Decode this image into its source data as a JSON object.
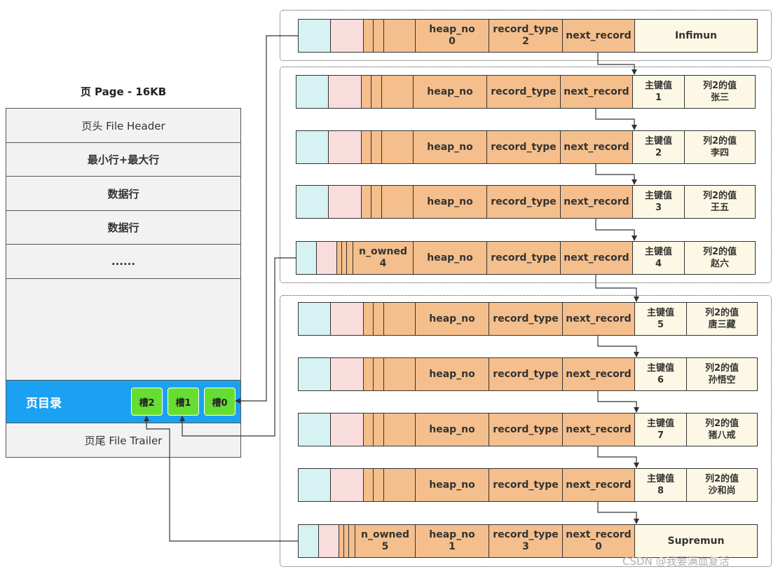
{
  "page": {
    "title": "页 Page - 16KB",
    "rows": [
      "页头 File Header",
      "最小行+最大行",
      "数据行",
      "数据行",
      "......"
    ],
    "directory_label": "页目录",
    "slots": [
      "槽2",
      "槽1",
      "槽0"
    ],
    "trailer": "页尾 File Trailer"
  },
  "fields": {
    "n_owned": "n_owned",
    "heap_no": "heap_no",
    "record_type": "record_type",
    "next_record": "next_record",
    "pk": "主键值",
    "col2": "列2的值"
  },
  "infimum": {
    "heap_no": "0",
    "record_type": "2",
    "label": "Infimun"
  },
  "supremum": {
    "n_owned": "5",
    "heap_no": "1",
    "record_type": "3",
    "next_record": "0",
    "label": "Supremun"
  },
  "records": [
    {
      "pk": "1",
      "col2": "张三"
    },
    {
      "pk": "2",
      "col2": "李四"
    },
    {
      "pk": "3",
      "col2": "王五"
    },
    {
      "pk": "4",
      "col2": "赵六",
      "n_owned": "4"
    },
    {
      "pk": "5",
      "col2": "唐三藏"
    },
    {
      "pk": "6",
      "col2": "孙悟空"
    },
    {
      "pk": "7",
      "col2": "猪八戒"
    },
    {
      "pk": "8",
      "col2": "沙和尚"
    }
  ],
  "colors": {
    "cyan": "#d6f2f2",
    "pink": "#f9dcdc",
    "orange": "#f4bf8c",
    "cream": "#fdf8e5",
    "directory": "#1ba1f2",
    "slot": "#66dd33"
  },
  "watermark": "CSDN @我要满血复活"
}
